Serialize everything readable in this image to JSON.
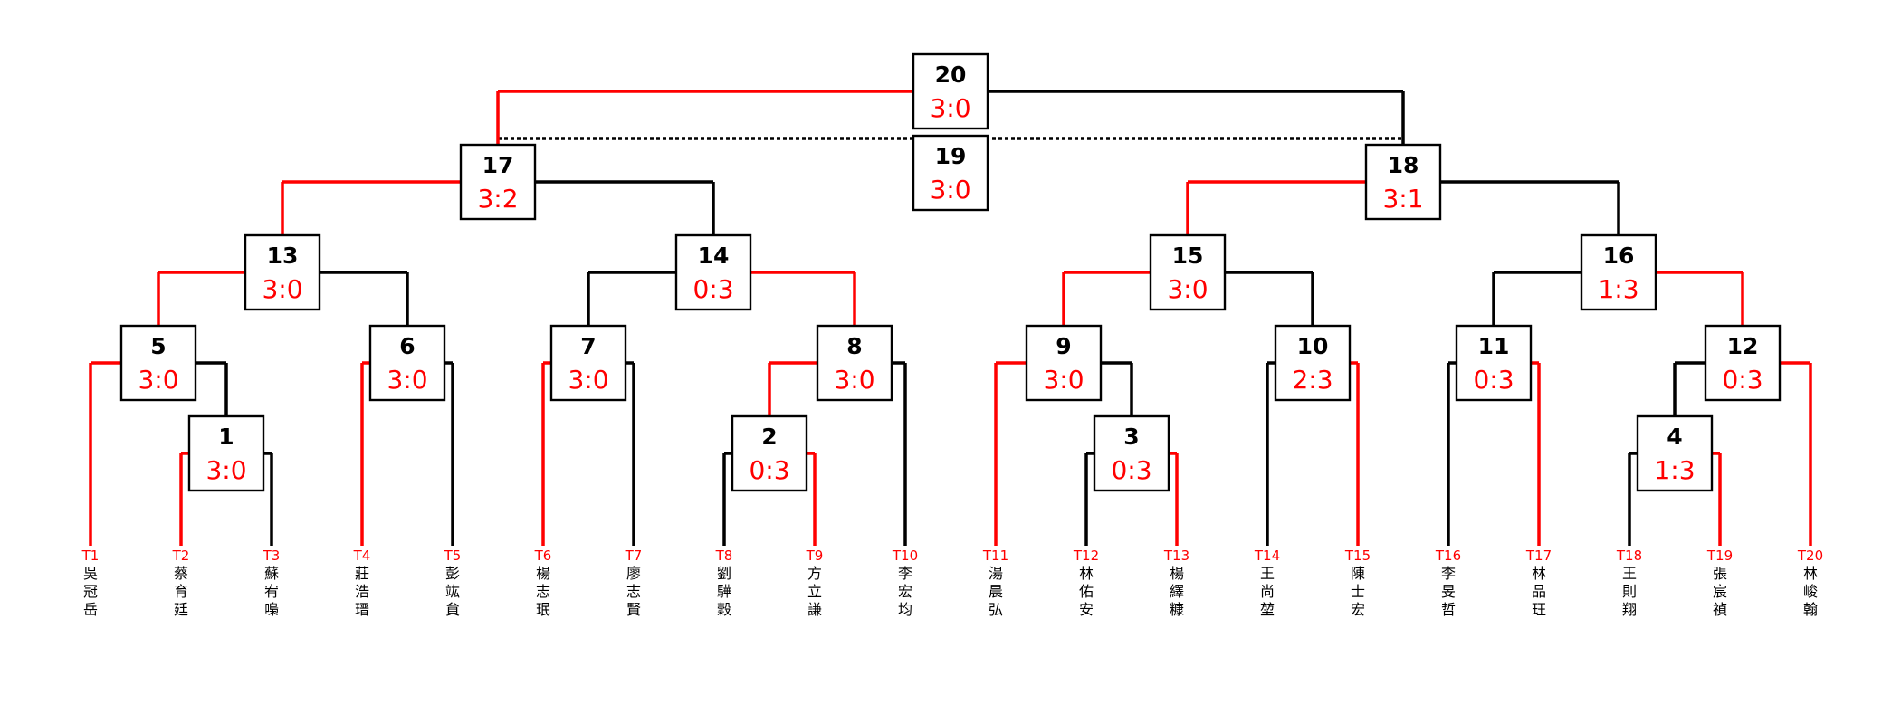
{
  "colors": {
    "win": "#ff0000",
    "lose": "#000000",
    "third_place": "#000000"
  },
  "teams": [
    {
      "code": "T1",
      "name": "吳冠岳"
    },
    {
      "code": "T2",
      "name": "蔡育廷"
    },
    {
      "code": "T3",
      "name": "蘇宥嘄"
    },
    {
      "code": "T4",
      "name": "莊浩瑨"
    },
    {
      "code": "T5",
      "name": "彭竑貟"
    },
    {
      "code": "T6",
      "name": "楊志珉"
    },
    {
      "code": "T7",
      "name": "廖志賢"
    },
    {
      "code": "T8",
      "name": "劉驊穀"
    },
    {
      "code": "T9",
      "name": "方立謙"
    },
    {
      "code": "T10",
      "name": "李宏均"
    },
    {
      "code": "T11",
      "name": "湯晨弘"
    },
    {
      "code": "T12",
      "name": "林佑安"
    },
    {
      "code": "T13",
      "name": "楊繹糠"
    },
    {
      "code": "T14",
      "name": "王尚堃"
    },
    {
      "code": "T15",
      "name": "陳士宏"
    },
    {
      "code": "T16",
      "name": "李旻哲"
    },
    {
      "code": "T17",
      "name": "林品玨"
    },
    {
      "code": "T18",
      "name": "王則翔"
    },
    {
      "code": "T19",
      "name": "張宸禎"
    },
    {
      "code": "T20",
      "name": "林峻翰"
    }
  ],
  "matches": [
    {
      "id": "1",
      "score": "3:0",
      "left": "T2",
      "right": "T3",
      "winner": "left"
    },
    {
      "id": "2",
      "score": "0:3",
      "left": "T8",
      "right": "T9",
      "winner": "right"
    },
    {
      "id": "3",
      "score": "0:3",
      "left": "T12",
      "right": "T13",
      "winner": "right"
    },
    {
      "id": "4",
      "score": "1:3",
      "left": "T18",
      "right": "T19",
      "winner": "right"
    },
    {
      "id": "5",
      "score": "3:0",
      "left": "T1",
      "right": "M1",
      "winner": "left"
    },
    {
      "id": "6",
      "score": "3:0",
      "left": "T4",
      "right": "T5",
      "winner": "left"
    },
    {
      "id": "7",
      "score": "3:0",
      "left": "T6",
      "right": "T7",
      "winner": "left"
    },
    {
      "id": "8",
      "score": "3:0",
      "left": "M2",
      "right": "T10",
      "winner": "left"
    },
    {
      "id": "9",
      "score": "3:0",
      "left": "T11",
      "right": "M3",
      "winner": "left"
    },
    {
      "id": "10",
      "score": "2:3",
      "left": "T14",
      "right": "T15",
      "winner": "right"
    },
    {
      "id": "11",
      "score": "0:3",
      "left": "T16",
      "right": "T17",
      "winner": "right"
    },
    {
      "id": "12",
      "score": "0:3",
      "left": "M4",
      "right": "T20",
      "winner": "right"
    },
    {
      "id": "13",
      "score": "3:0",
      "left": "M5",
      "right": "M6",
      "winner": "left"
    },
    {
      "id": "14",
      "score": "0:3",
      "left": "M7",
      "right": "M8",
      "winner": "right"
    },
    {
      "id": "15",
      "score": "3:0",
      "left": "M9",
      "right": "M10",
      "winner": "left"
    },
    {
      "id": "16",
      "score": "1:3",
      "left": "M11",
      "right": "M12",
      "winner": "right"
    },
    {
      "id": "17",
      "score": "3:2",
      "left": "M13",
      "right": "M14",
      "winner": "left"
    },
    {
      "id": "18",
      "score": "3:1",
      "left": "M15",
      "right": "M16",
      "winner": "left"
    },
    {
      "id": "19",
      "score": "3:0",
      "left": "M17",
      "right": "M18",
      "winner": "none",
      "third_place": true
    },
    {
      "id": "20",
      "score": "3:0",
      "left": "M17",
      "right": "M18",
      "winner": "left",
      "final": true
    }
  ]
}
